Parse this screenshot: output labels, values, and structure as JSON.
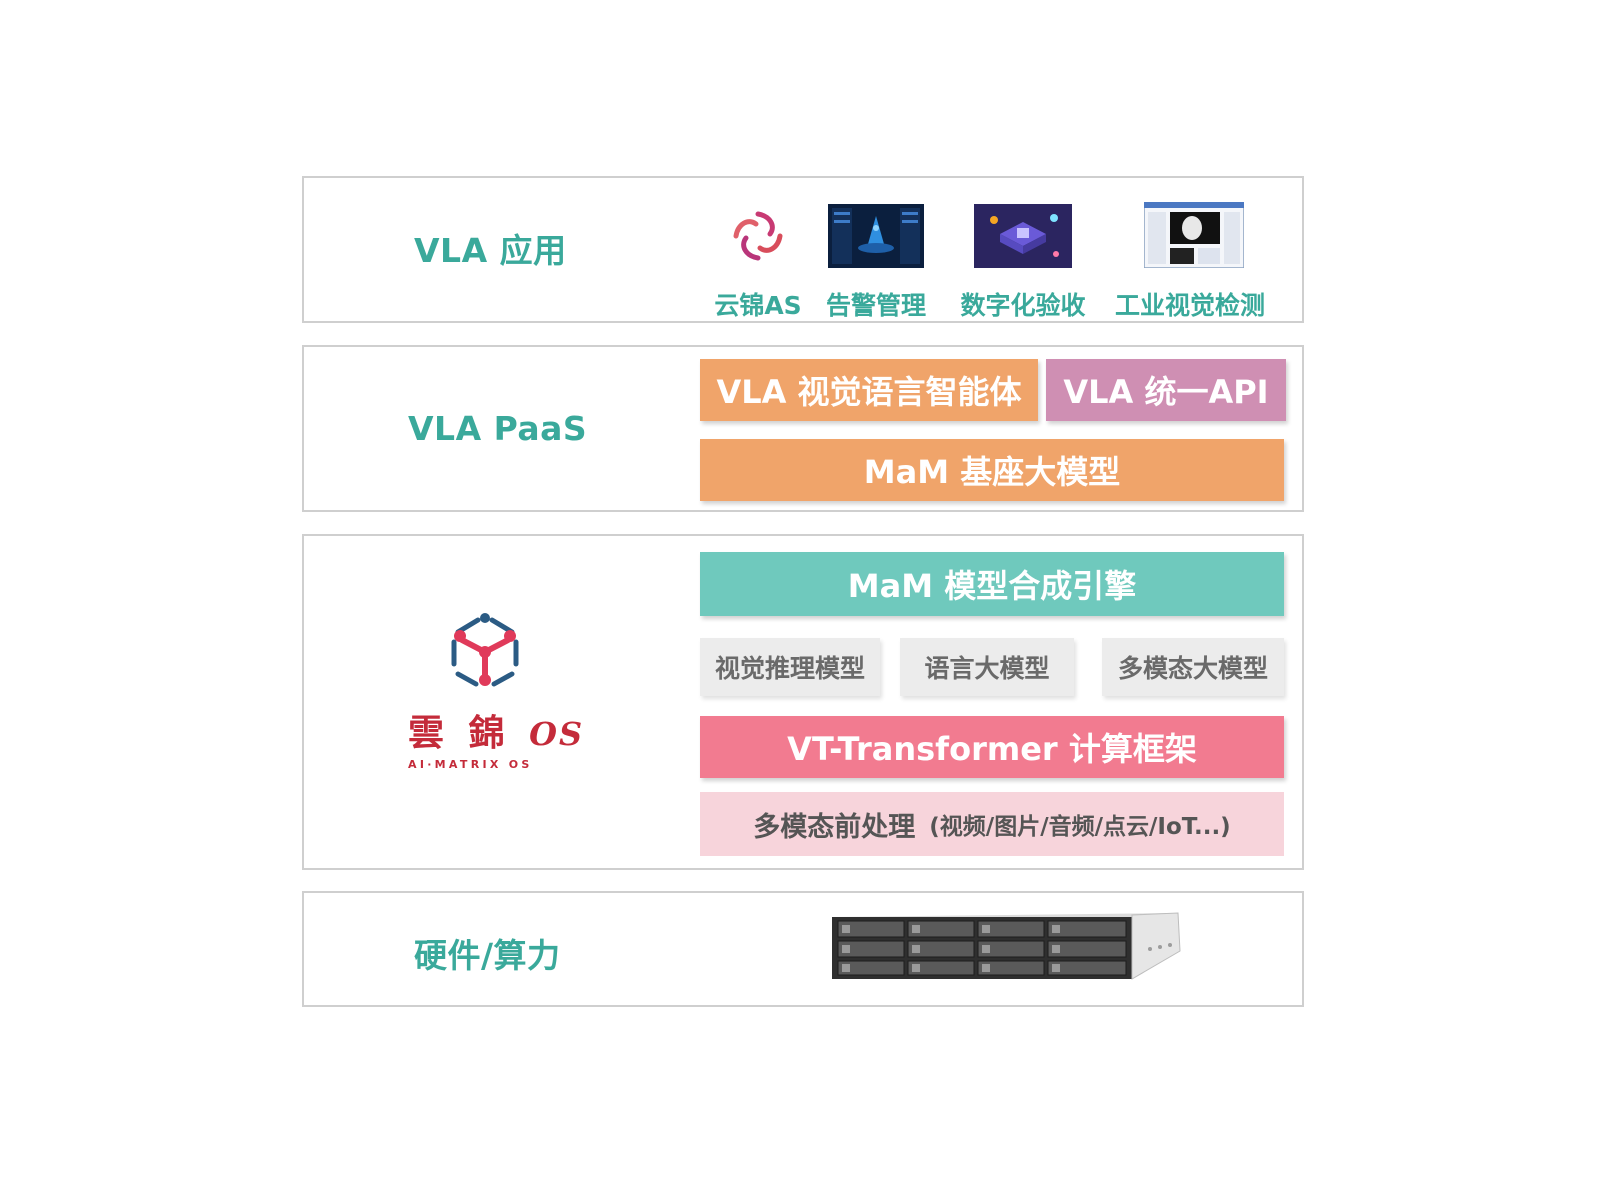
{
  "colors": {
    "teal_text": "#3aa99b",
    "orange": "#f0a46a",
    "mauve": "#cf8fb3",
    "teal_block": "#6fc9bd",
    "pink": "#f27b90",
    "light_pink": "#f7d4db",
    "gray": "#ececec",
    "logo_red": "#c42b3a"
  },
  "layers": {
    "application": {
      "title": "VLA 应用",
      "apps": [
        {
          "label": "云锦AS",
          "icon": "swirl-logo-icon"
        },
        {
          "label": "告警管理",
          "icon": "dashboard-screenshot-icon"
        },
        {
          "label": "数字化验收",
          "icon": "isometric-tech-icon"
        },
        {
          "label": "工业视觉检测",
          "icon": "software-window-icon"
        }
      ]
    },
    "paas": {
      "title": "VLA PaaS",
      "agent": "VLA 视觉语言智能体",
      "api": "VLA 统一API",
      "base_model": "MaM 基座大模型"
    },
    "os": {
      "logo_cn": "雲 錦",
      "logo_os": "OS",
      "logo_sub": "AI·MATRIX OS",
      "engine": "MaM 模型合成引擎",
      "models": [
        "视觉推理模型",
        "语言大模型",
        "多模态大模型"
      ],
      "framework": "VT-Transformer 计算框架",
      "preprocess": "多模态前处理",
      "preprocess_detail": "(视频/图片/音频/点云/IoT...)"
    },
    "hardware": {
      "title": "硬件/算力",
      "server_icon": "rack-server-icon"
    }
  }
}
